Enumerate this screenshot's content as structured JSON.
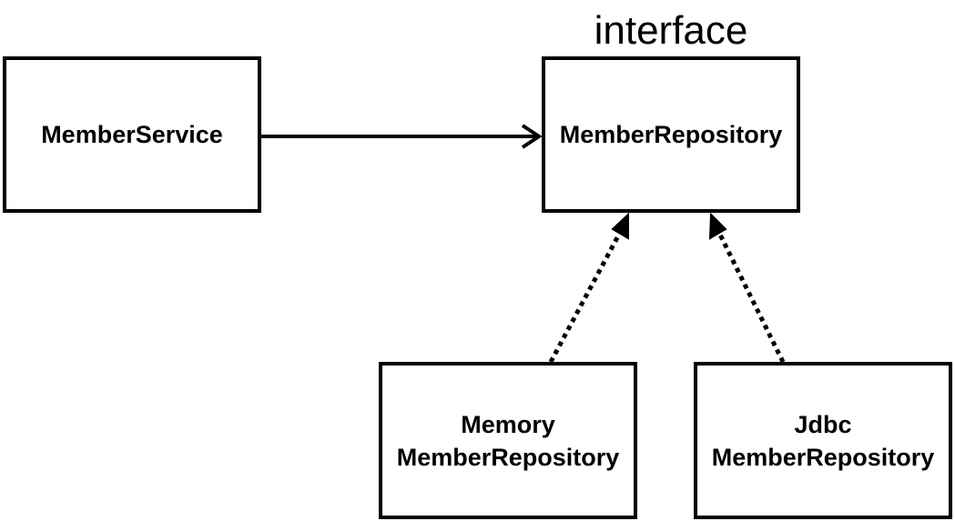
{
  "stereotype": "interface",
  "nodes": {
    "member_service": {
      "label": "MemberService"
    },
    "member_repository": {
      "label": "MemberRepository"
    },
    "memory_repository": {
      "line1": "Memory",
      "line2": "MemberRepository"
    },
    "jdbc_repository": {
      "line1": "Jdbc",
      "line2": "MemberRepository"
    }
  },
  "edges": [
    {
      "from": "MemberService",
      "to": "MemberRepository",
      "style": "solid"
    },
    {
      "from": "MemoryMemberRepository",
      "to": "MemberRepository",
      "style": "dotted"
    },
    {
      "from": "JdbcMemberRepository",
      "to": "MemberRepository",
      "style": "dotted"
    }
  ]
}
